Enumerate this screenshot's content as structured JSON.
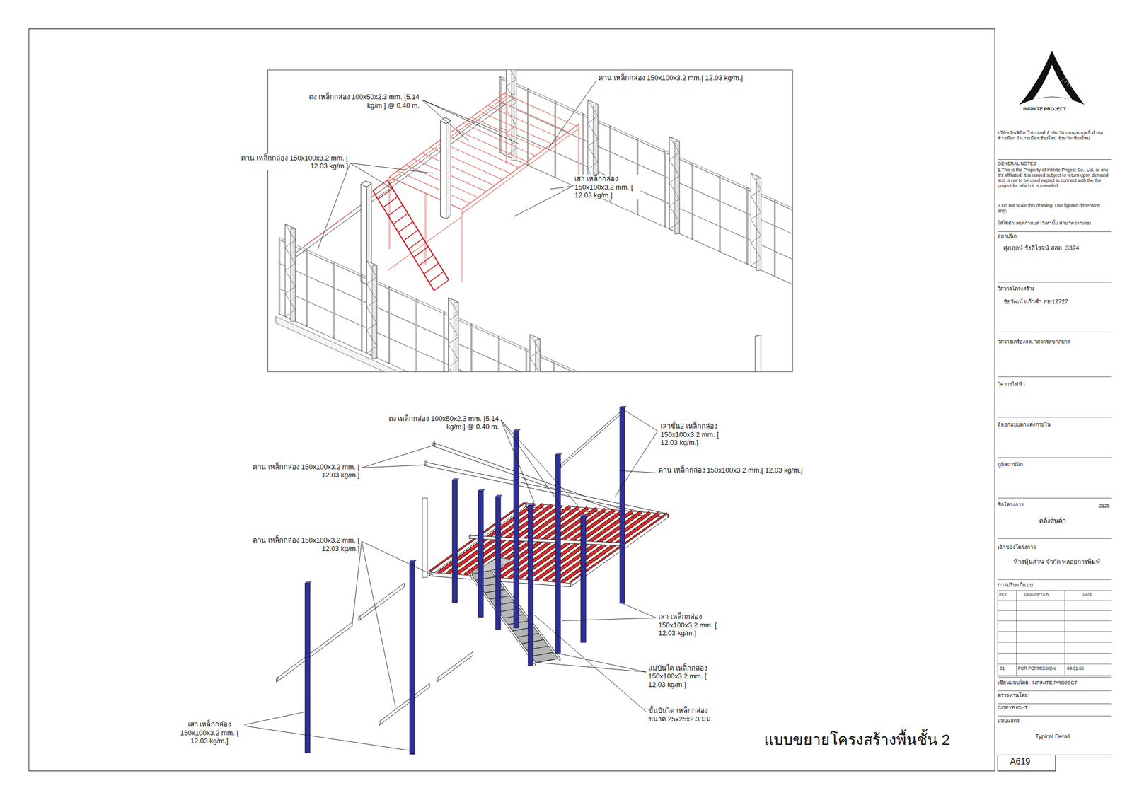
{
  "diagram": {
    "title": "แบบขยายโครงสร้างพื้นชั้น 2",
    "labels": [
      "คาน เหล็กกล่อง 150x100x3.2 mm.[ 12.03 kg/m.]",
      "ตง เหล็กกล่อง 100x50x2.3 mm. [5.14 kg/m.] @ 0.40 m.",
      "คาน เหล็กกล่อง 150x100x3.2 mm. [ 12.03 kg/m.]",
      "เสา เหล็กกล่อง 150x100x3.2 mm. [ 12.03 kg/m.]",
      "ตง เหล็กกล่อง 100x50x2.3 mm. [5.14 kg/m.] @ 0.40 m.",
      "คาน เหล็กกล่อง 150x100x3.2 mm. [ 12.03 kg/m.]",
      "คาน เหล็กกล่อง 150x100x3.2 mm. [ 12.03 kg/m.]",
      "เสา เหล็กกล่อง 150x100x3.2 mm. [ 12.03 kg/m.]",
      "เสาชั้น2 เหล็กกล่อง 150x100x3.2 mm. [ 12.03 kg/m.]",
      "คาน เหล็กกล่อง 150x100x3.2 mm.[ 12.03 kg/m.]",
      "เสา เหล็กกล่อง 150x100x3.2 mm. [ 12.03 kg/m.]",
      "แม่บันได เหล็กกล่อง 150x100x3.2 mm. [ 12.03 kg/m.]",
      "ขั้นบันได เหล็กกล่อง ขนาด 25x25x2.3 มม.",
      "INFINITE PROJECT",
      "บริษัท อินฟินิท โปรเจกต์ จำกัด 36 ถนนเทวฤทธิ์ ตำบลช้างเผือก อำเภอเมืองเชียงใหม่ จังหวัดเชียงใหม่",
      "GENERAL NOTES",
      "1.This is the Property of Infinite Project Co., Ltd. or one it's affiliated. It is issued subject to return upon demand and is not to be used expect in connect with the the project for which it is intended.",
      "2.Do not scale this drawing. Use figured dimension only.",
      "ให้ใช้ตัวเลขที่กำหนดไว้เท่านั้น ห้ามวัดจากแบบ",
      "สถาปนิก",
      "ศุภฤกษ์ รังสีโรจน์ สสถ. 3374",
      "วิศวกรโครงสร้าง",
      "ชัยวัฒน์ แก้วคำ สย.12727",
      "วิศวกรเครื่องกล, วิศวกรสุขาภิบาล",
      "วิศวกรไฟฟ้า",
      "ผู้ออกแบบตกแต่งภายใน",
      "ภูมิสถาปนิก",
      "ชื่อโครงการ",
      "2125",
      "คลังสินค้า",
      "เจ้าของโครงการ",
      "ห้างหุ้นส่วน จำกัด พลอยการพิมพ์",
      "การปรับแก้แบบ",
      "REV.",
      "DESCRIPTION",
      "DATE",
      "01",
      "FOR PERMISSION",
      "04.01.65",
      "เขียนแบบโดย: INFINITE PROJECT",
      "ตรวจทานโดย:",
      "COPYRIGHT:",
      "แบบแสดง",
      "Typical Detail",
      "A619"
    ]
  }
}
